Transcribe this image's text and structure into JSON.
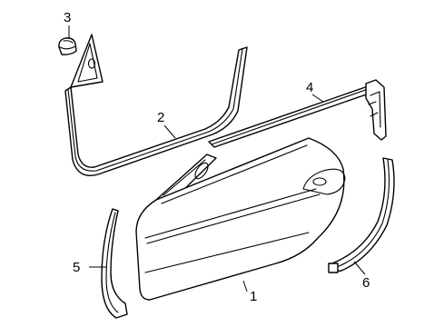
{
  "diagram": {
    "callouts": [
      {
        "id": "1",
        "label": "1",
        "part": "door-shell"
      },
      {
        "id": "2",
        "label": "2",
        "part": "door-opening-weatherstrip"
      },
      {
        "id": "3",
        "label": "3",
        "part": "clip"
      },
      {
        "id": "4",
        "label": "4",
        "part": "belt-weatherstrip"
      },
      {
        "id": "5",
        "label": "5",
        "part": "lower-front-seal"
      },
      {
        "id": "6",
        "label": "6",
        "part": "rear-lower-seal"
      }
    ],
    "colors": {
      "line": "#000000",
      "background": "#ffffff"
    }
  }
}
